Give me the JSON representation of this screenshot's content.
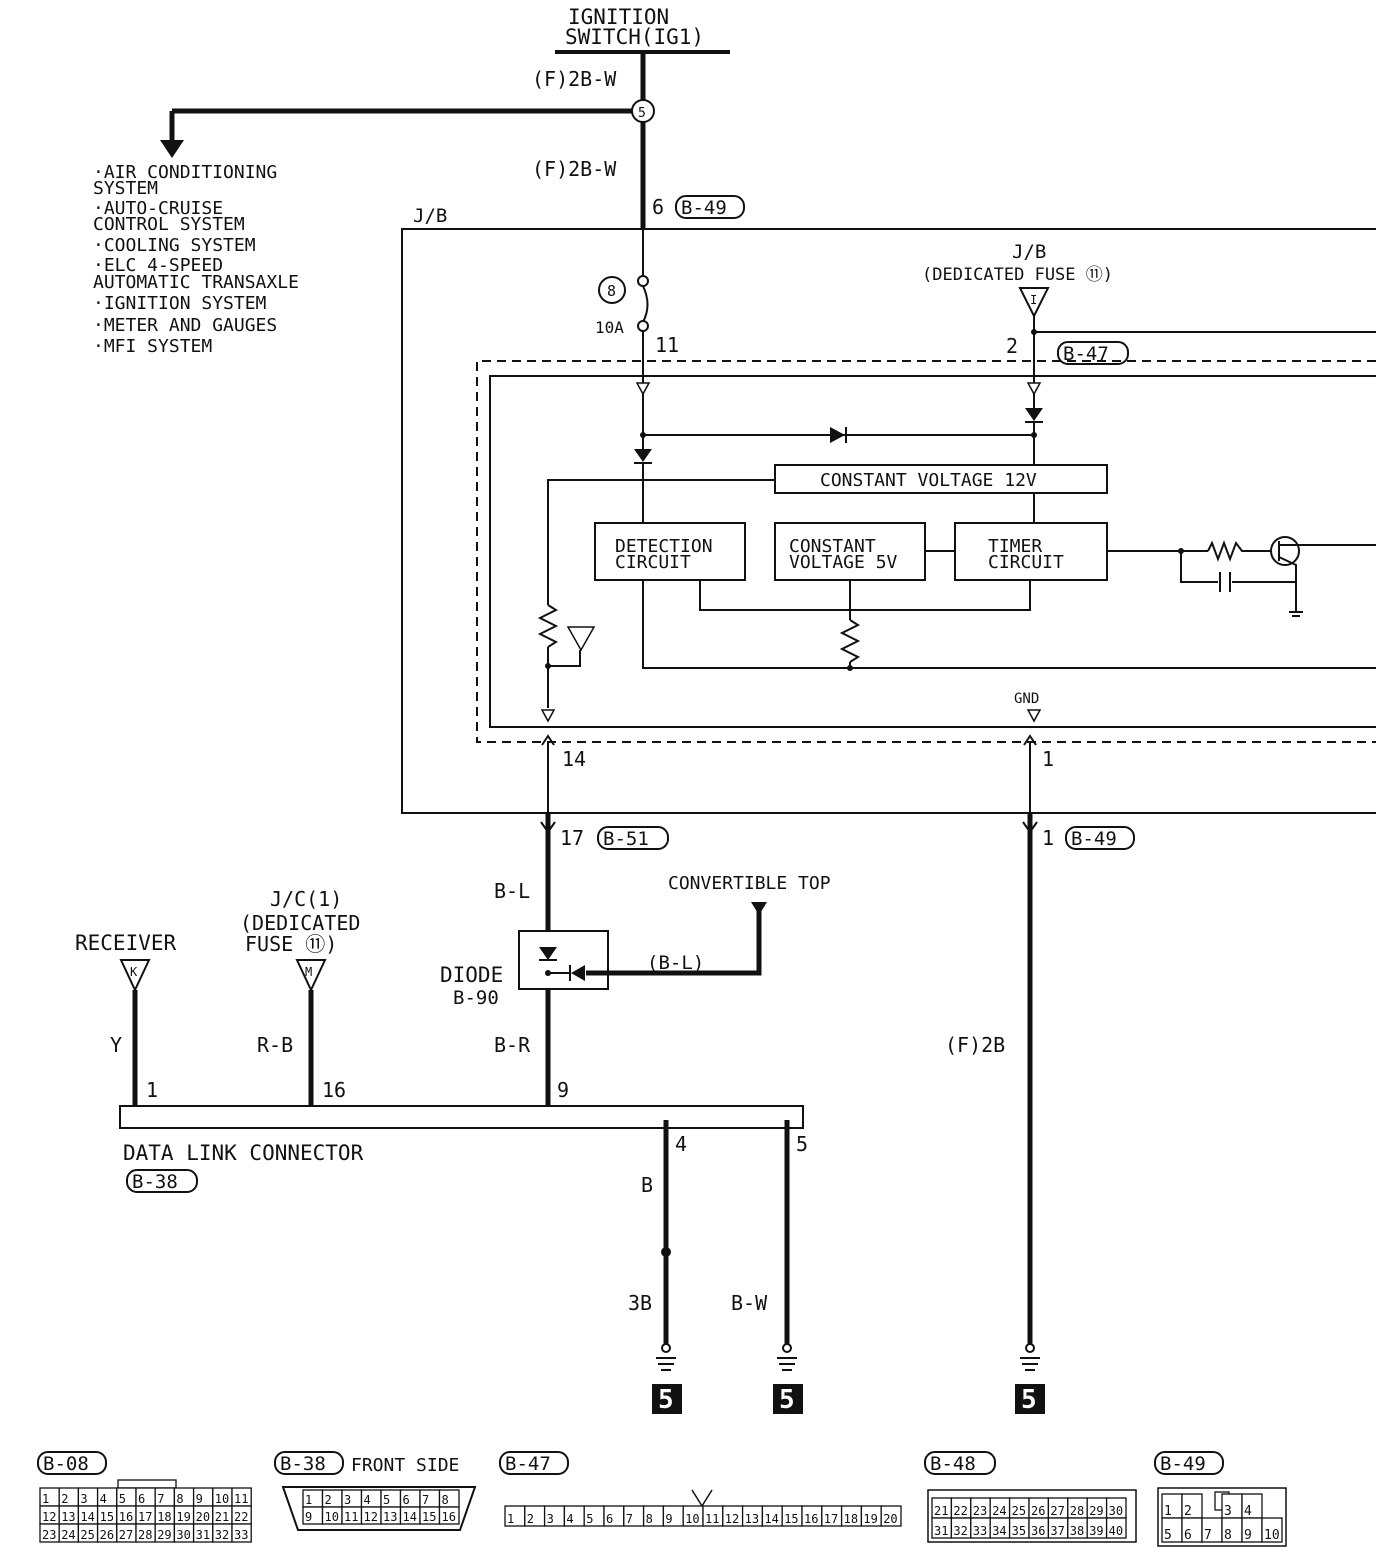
{
  "ignition": {
    "line1": "IGNITION",
    "line2": "SWITCH(IG1)"
  },
  "wires": {
    "top_wire": "(F)2B-W",
    "top_wire2": "(F)2B-W",
    "receiver_wire": "Y",
    "jc_wire": "R-B",
    "diode_in_wire": "B-L",
    "diode_out_wire": "B-R",
    "convertible_wire": "(B-L)",
    "ground_main": "(F)2B",
    "dlc4_wire": "B",
    "dlc4_wire2": "3B",
    "dlc5_wire": "B-W"
  },
  "splice": {
    "label": "5"
  },
  "fuse": {
    "number": "8",
    "rating": "10A"
  },
  "systems": [
    "·AIR CONDITIONING",
    " SYSTEM",
    "·AUTO-CRUISE",
    " CONTROL SYSTEM",
    "·COOLING SYSTEM",
    "·ELC 4-SPEED",
    " AUTOMATIC TRANSAXLE",
    "·IGNITION SYSTEM",
    "·METER AND GAUGES",
    "·MFI SYSTEM"
  ],
  "jb": {
    "label": "J/B",
    "label2": "J/B",
    "dedicated_fuse": "(DEDICATED FUSE ⑪)",
    "connector_marker": "I",
    "gnd": "GND"
  },
  "pins": {
    "p6": "6",
    "p11": "11",
    "p2": "2",
    "p14": "14",
    "p1": "1",
    "p17": "17",
    "p1b": "1",
    "dlc1": "1",
    "dlc16": "16",
    "dlc9": "9",
    "dlc4": "4",
    "dlc5": "5"
  },
  "connectors": {
    "b49": "B-49",
    "b47": "B-47",
    "b51": "B-51",
    "b49b": "B-49",
    "b38": "B-38"
  },
  "blocks": {
    "constant12": "CONSTANT VOLTAGE 12V",
    "detection_1": "DETECTION",
    "detection_2": "CIRCUIT",
    "constant5_1": "CONSTANT",
    "constant5_2": "VOLTAGE 5V",
    "timer_1": "TIMER",
    "timer_2": "CIRCUIT"
  },
  "receiver": {
    "label": "RECEIVER",
    "marker": "K"
  },
  "jc": {
    "line1": "J/C(1)",
    "line2": "(DEDICATED",
    "line3": "FUSE ⑪)",
    "marker": "M"
  },
  "convertible": {
    "label": "CONVERTIBLE TOP"
  },
  "diode": {
    "label": "DIODE",
    "ref": "B-90"
  },
  "dlc": {
    "label": "DATA LINK CONNECTOR"
  },
  "grounds": [
    "5",
    "5",
    "5"
  ],
  "connector_views": {
    "b08": {
      "tag": "B-08",
      "rows": [
        [
          "1",
          "2",
          "3",
          "4",
          "5",
          "6",
          "7",
          "8",
          "9",
          "10",
          "11"
        ],
        [
          "12",
          "13",
          "14",
          "15",
          "16",
          "17",
          "18",
          "19",
          "20",
          "21",
          "22"
        ],
        [
          "23",
          "24",
          "25",
          "26",
          "27",
          "28",
          "29",
          "30",
          "31",
          "32",
          "33"
        ]
      ]
    },
    "b38": {
      "tag": "B-38",
      "note": "FRONT SIDE",
      "rows": [
        [
          "1",
          "2",
          "3",
          "4",
          "5",
          "6",
          "7",
          "8"
        ],
        [
          "9",
          "10",
          "11",
          "12",
          "13",
          "14",
          "15",
          "16"
        ]
      ]
    },
    "b47": {
      "tag": "B-47",
      "rows": [
        [
          "1",
          "2",
          "3",
          "4",
          "5",
          "6",
          "7",
          "8",
          "9",
          "10",
          "11",
          "12",
          "13",
          "14",
          "15",
          "16",
          "17",
          "18",
          "19",
          "20"
        ]
      ]
    },
    "b48": {
      "tag": "B-48",
      "rows": [
        [
          "21",
          "22",
          "23",
          "24",
          "25",
          "26",
          "27",
          "28",
          "29",
          "30"
        ],
        [
          "31",
          "32",
          "33",
          "34",
          "35",
          "36",
          "37",
          "38",
          "39",
          "40"
        ]
      ]
    },
    "b49": {
      "tag": "B-49",
      "rows": [
        [
          "1",
          "2",
          "",
          "3",
          "4"
        ],
        [
          "5",
          "6",
          "7",
          "8",
          "9",
          "10"
        ]
      ]
    }
  }
}
